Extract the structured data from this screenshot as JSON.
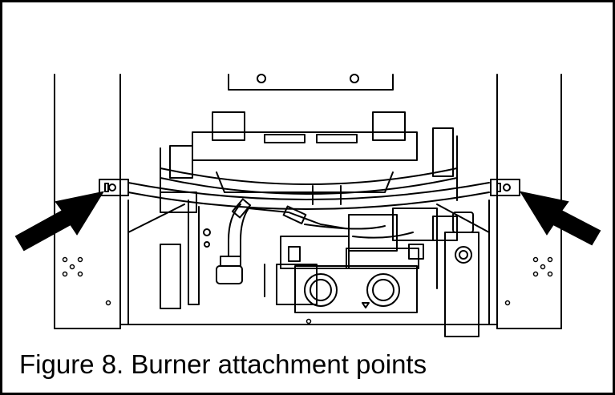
{
  "figure": {
    "caption": "Figure 8. Burner attachment points"
  },
  "callouts": {
    "left": "arrow-left-attachment",
    "right": "arrow-right-attachment"
  },
  "colors": {
    "line": "#000000",
    "background": "#ffffff"
  }
}
